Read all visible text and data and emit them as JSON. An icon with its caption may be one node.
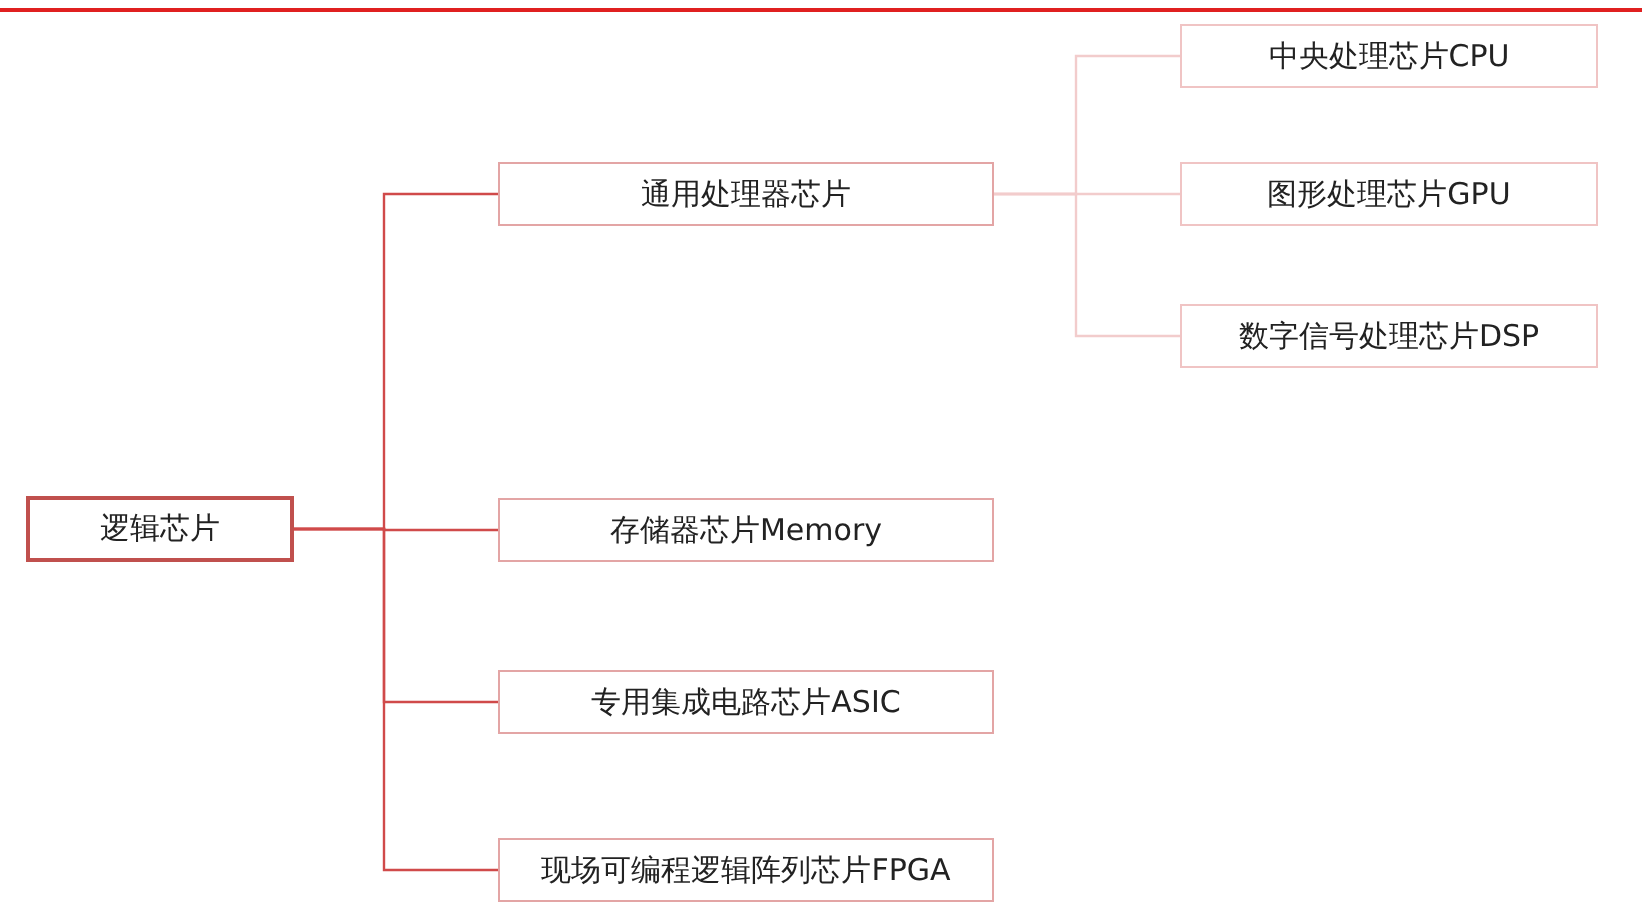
{
  "diagram": {
    "nodes": [
      {
        "text": [
          "逻辑芯片"
        ]
      },
      {
        "text": [
          "通用处理器芯片"
        ]
      },
      {
        "text": [
          "存储器芯片Memory"
        ]
      },
      {
        "text": [
          "专用集成电路芯片ASIC"
        ]
      },
      {
        "text": [
          "现场可编程逻辑阵列芯片FPGA"
        ]
      },
      {
        "text": [
          "中央处理芯片CPU"
        ]
      },
      {
        "text": [
          "图形处理芯片GPU"
        ]
      },
      {
        "text": [
          "数字信号处理芯片DSP"
        ]
      }
    ],
    "edges": [
      {
        "from": 0,
        "to": 1,
        "arrow": "none"
      },
      {
        "from": 0,
        "to": 2,
        "arrow": "none"
      },
      {
        "from": 0,
        "to": 3,
        "arrow": "none"
      },
      {
        "from": 0,
        "to": 4,
        "arrow": "none"
      },
      {
        "from": 1,
        "to": 5,
        "arrow": "none",
        "color": "#f2cccc"
      },
      {
        "from": 1,
        "to": 6,
        "arrow": "none",
        "color": "#f2cccc"
      },
      {
        "from": 1,
        "to": 7,
        "arrow": "none",
        "color": "#f2cccc"
      }
    ]
  }
}
